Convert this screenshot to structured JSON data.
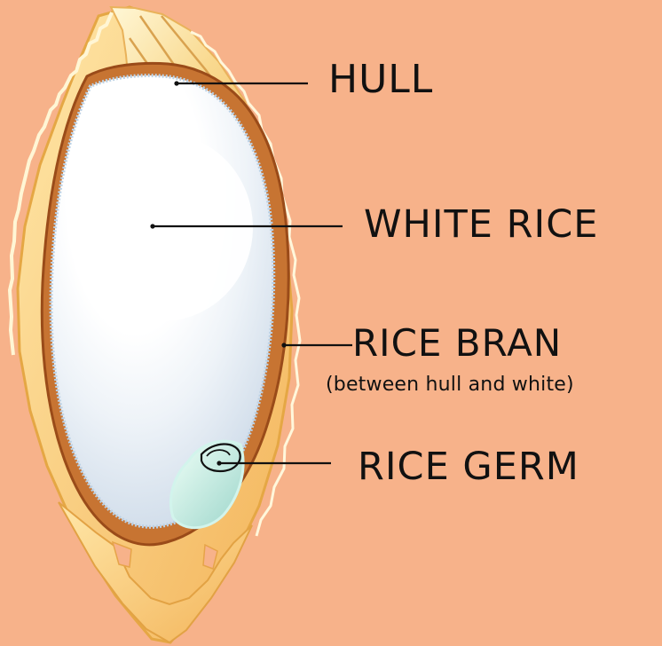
{
  "background_color": "#F7B28A",
  "labels": {
    "hull": "HULL",
    "white_rice": "WHITE RICE",
    "rice_bran": "RICE BRAN",
    "rice_bran_note": "(between hull and white)",
    "rice_germ": "RICE GERM"
  }
}
